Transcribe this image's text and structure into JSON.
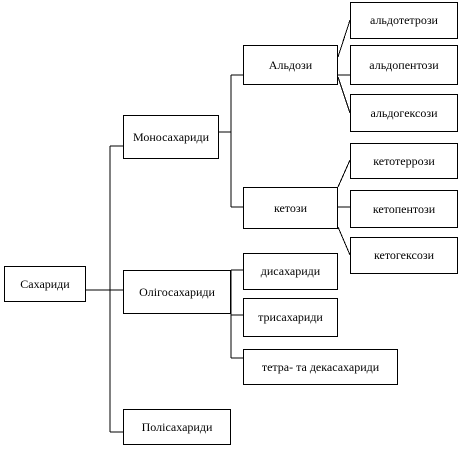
{
  "diagram": {
    "line_color": "#000000",
    "root": "Сахариди",
    "level1": {
      "mono": "Моносахариди",
      "oligo": "Олігосахариди",
      "poly": "Полісахариди"
    },
    "level2": {
      "aldoses": "Альдози",
      "ketoses": "кетози",
      "di": "дисахариди",
      "tri": "трисахариди",
      "tetra_deca": "тетра- та декасахариди"
    },
    "level3": {
      "aldotetroses": "альдотетрози",
      "aldopentoses": "альдопентози",
      "aldohexoses": "альдогексози",
      "ketotetroses": "кетотеррози",
      "ketopentoses": "кетопентози",
      "ketohexoses": "кетогексози"
    }
  }
}
